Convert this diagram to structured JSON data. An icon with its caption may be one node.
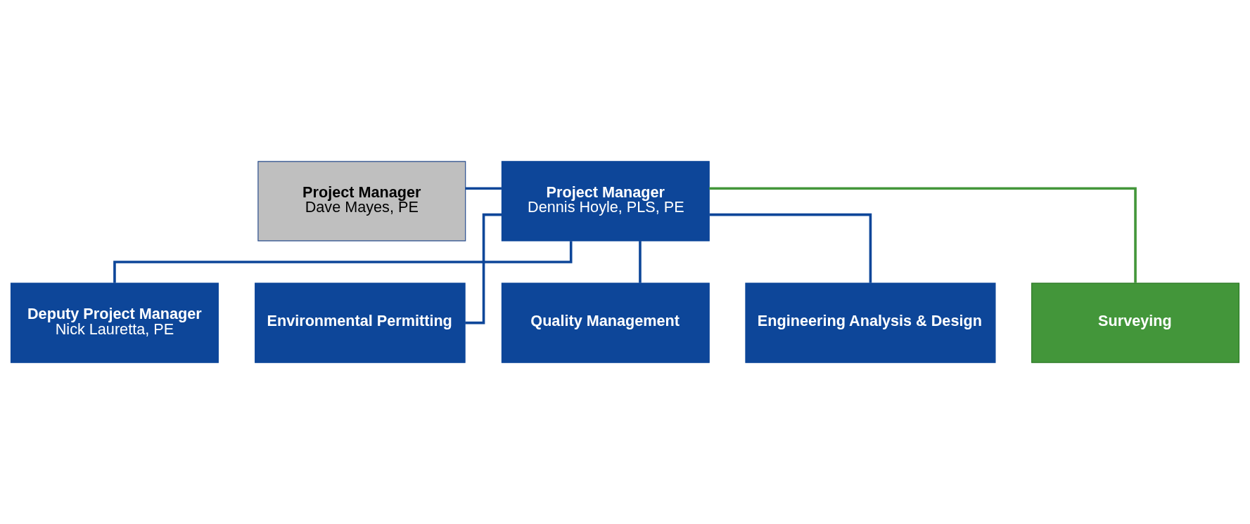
{
  "diagram": {
    "nodes": [
      {
        "text": [
          "Project Manager",
          "Dave Mayes, PE"
        ]
      },
      {
        "text": [
          "Project Manager",
          "Dennis Hoyle, PLS, PE"
        ]
      },
      {
        "text": [
          "Deputy Project Manager",
          "Nick Lauretta, PE"
        ]
      },
      {
        "text": [
          "Environmental Permitting"
        ]
      },
      {
        "text": [
          "Quality Management"
        ]
      },
      {
        "text": [
          "Engineering Analysis & Design"
        ]
      },
      {
        "text": [
          "Surveying"
        ]
      }
    ],
    "edges": [
      {
        "from": 0,
        "to": 1,
        "arrow": "none"
      },
      {
        "from": 1,
        "to": 2,
        "arrow": "none"
      },
      {
        "from": 1,
        "to": 3,
        "arrow": "none"
      },
      {
        "from": 1,
        "to": 4,
        "arrow": "none"
      },
      {
        "from": 1,
        "to": 5,
        "arrow": "none"
      },
      {
        "from": 1,
        "to": 6,
        "arrow": "none",
        "color": "#43963a"
      }
    ]
  }
}
